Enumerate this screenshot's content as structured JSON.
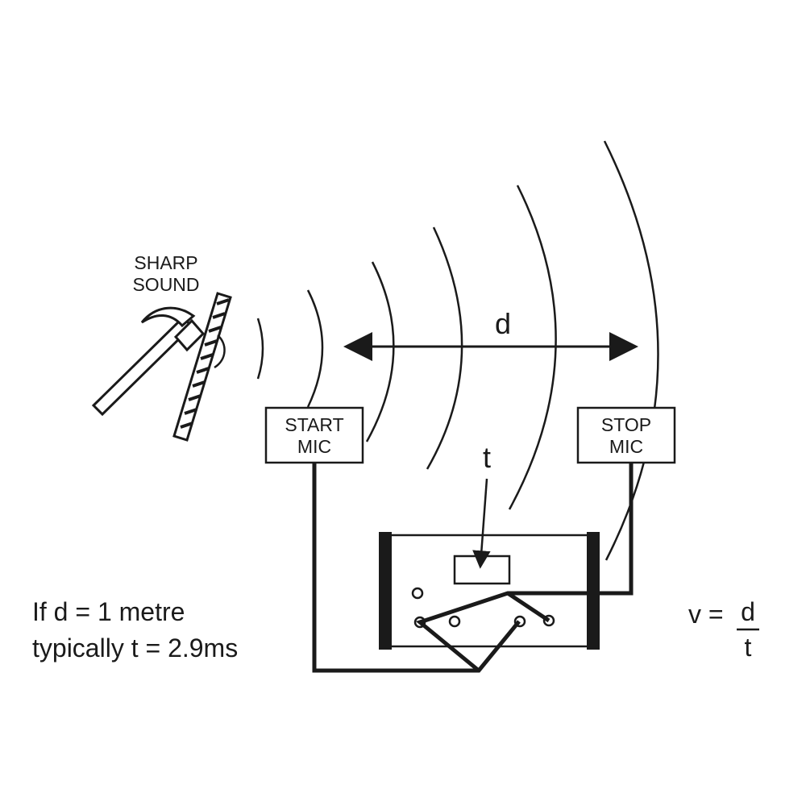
{
  "labels": {
    "sharp": "SHARP",
    "sound": "SOUND",
    "distance": "d",
    "start_mic_line1": "START",
    "start_mic_line2": "MIC",
    "stop_mic_line1": "STOP",
    "stop_mic_line2": "MIC",
    "time": "t",
    "note_line1": "If d = 1 metre",
    "note_line2": "typically t = 2.9ms",
    "formula_lhs": "v =",
    "formula_num": "d",
    "formula_den": "t"
  },
  "colors": {
    "ink": "#1a1a1a",
    "background": "#ffffff"
  },
  "icons": [
    "hammer-icon",
    "striker-plate-icon",
    "microphone-box",
    "timer-device"
  ]
}
